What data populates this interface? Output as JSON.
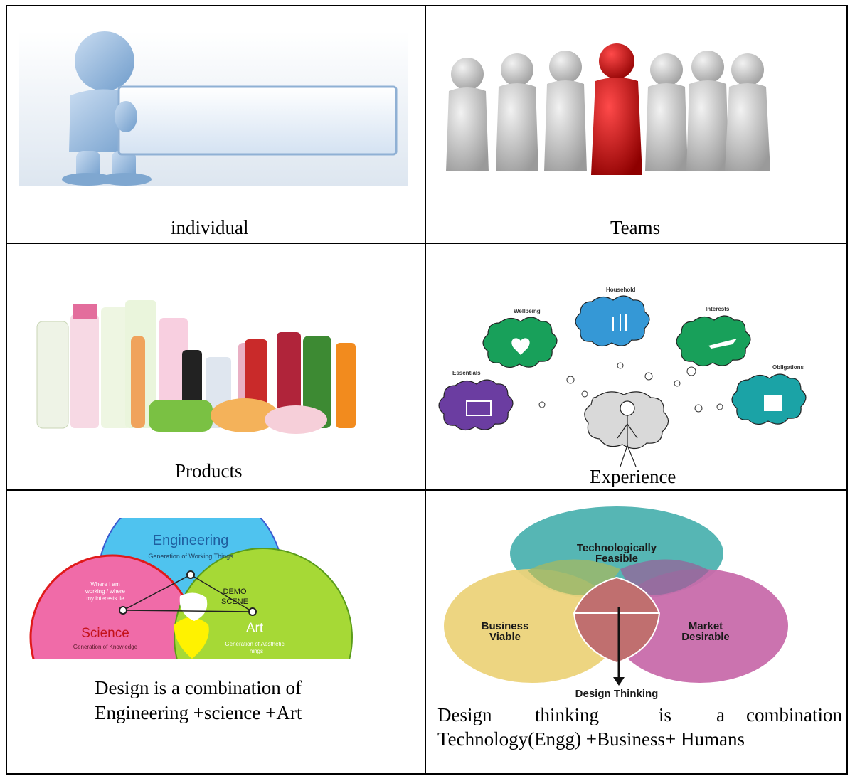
{
  "cells": {
    "individual": {
      "caption": "individual"
    },
    "teams": {
      "caption": "Teams"
    },
    "products": {
      "caption": "Products"
    },
    "experience": {
      "caption": "Experience",
      "labels": {
        "household": "Household",
        "wellbeing": "Wellbeing",
        "interests": "Interests",
        "essentials": "Essentials",
        "obligations": "Obligations"
      }
    },
    "design_venn": {
      "engineering": "Engineering",
      "engineering_sub": "Generation of Working Things",
      "science": "Science",
      "science_sub": "Generation of Knowledge",
      "art": "Art",
      "art_sub_1": "Generation of Aesthetic",
      "art_sub_2": "Things",
      "overlap_1": "Where I am",
      "overlap_2": "working / where",
      "overlap_3": "my interests lie",
      "demo_1": "DEMO",
      "demo_2": "SCENE",
      "caption_line1": "Design is a combination of",
      "caption_line2": "Engineering +science +Art"
    },
    "design_thinking": {
      "tech_1": "Technologically",
      "tech_2": "Feasible",
      "business_1": "Business",
      "business_2": "Viable",
      "market_1": "Market",
      "market_2": "Desirable",
      "arrow_label": "Design Thinking",
      "caption_words": [
        "Design",
        "thinking",
        "is",
        "a",
        "combination"
      ],
      "caption_line2": "Technology(Engg) +Business+ Humans"
    }
  },
  "colors": {
    "figure_blue": "#8fb6dd",
    "figure_gray": "#b9b9b9",
    "figure_red": "#c51010",
    "engineering": "#4fc3ef",
    "science": "#f06ba8",
    "art": "#a6d936",
    "tech": "#56b6b4",
    "business": "#ecd37a",
    "market": "#c86bab"
  }
}
